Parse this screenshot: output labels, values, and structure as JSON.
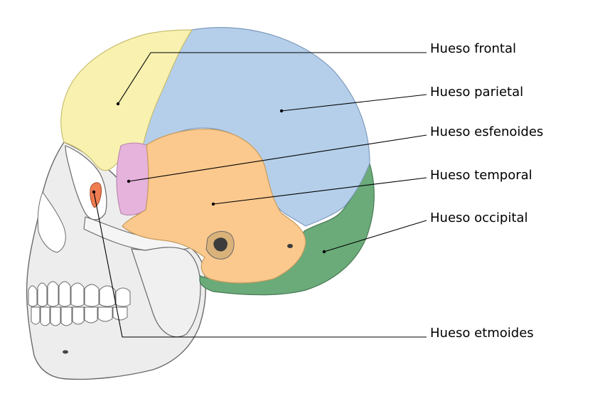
{
  "labels": {
    "frontal": "Hueso frontal",
    "parietal": "Hueso parietal",
    "sphenoid": "Hueso esfenoides",
    "temporal": "Hueso temporal",
    "occipital": "Hueso occipital",
    "ethmoid": "Hueso etmoides"
  },
  "colors": {
    "frontal": "#f8f1b0",
    "parietal": "#b5cfea",
    "sphenoid": "#e6b3dc",
    "temporal": "#fbc98e",
    "occipital": "#6aab79",
    "ethmoid": "#f07c52",
    "face": "#ededed",
    "outline": "#6a6a6a",
    "leader": "#000000"
  }
}
